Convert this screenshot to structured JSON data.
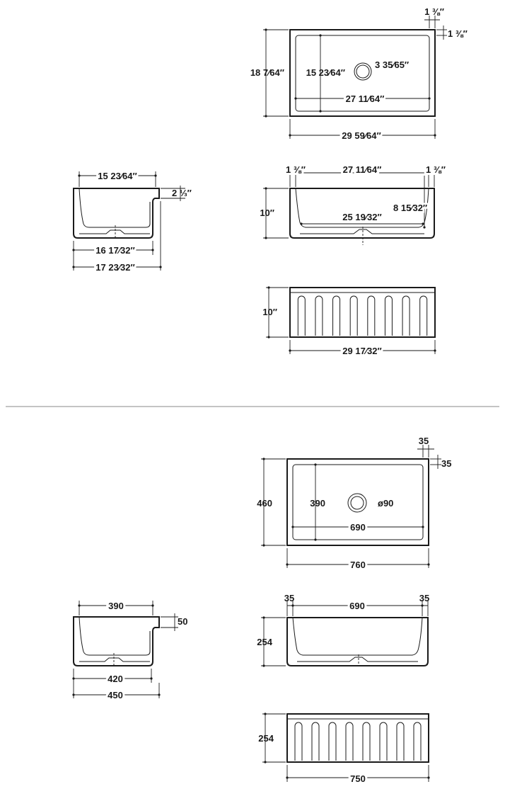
{
  "imperial": {
    "top": {
      "rim_right": "1 ⅜″",
      "rim_top": "1 ⅜″",
      "outer_depth": "18 7⁄64″",
      "inner_depth": "15 23⁄64″",
      "drain": "3 35⁄65″",
      "inner_width": "27 11⁄64″",
      "outer_width": "29 59⁄64″"
    },
    "front": {
      "rim_left": "1 ⅜″",
      "inner_width": "27 11⁄64″",
      "rim_right": "1 ⅜″",
      "height": "10″",
      "inner_height": "8 15⁄32″",
      "bottom_width": "25 19⁄32″"
    },
    "side": {
      "inner_depth": "15 23⁄64″",
      "lip": "2 ⅓″",
      "base_depth": "16 17⁄32″",
      "overall_depth": "17 23⁄32″"
    },
    "apron": {
      "height": "10″",
      "width": "29 17⁄32″"
    }
  },
  "metric": {
    "top": {
      "rim_right": "35",
      "rim_top": "35",
      "outer_depth": "460",
      "inner_depth": "390",
      "drain": "ø90",
      "inner_width": "690",
      "outer_width": "760"
    },
    "front": {
      "rim_left": "35",
      "inner_width": "690",
      "rim_right": "35",
      "height": "254"
    },
    "side": {
      "inner_depth": "390",
      "lip": "50",
      "base_depth": "420",
      "overall_depth": "450"
    },
    "apron": {
      "height": "254",
      "width": "750"
    }
  }
}
